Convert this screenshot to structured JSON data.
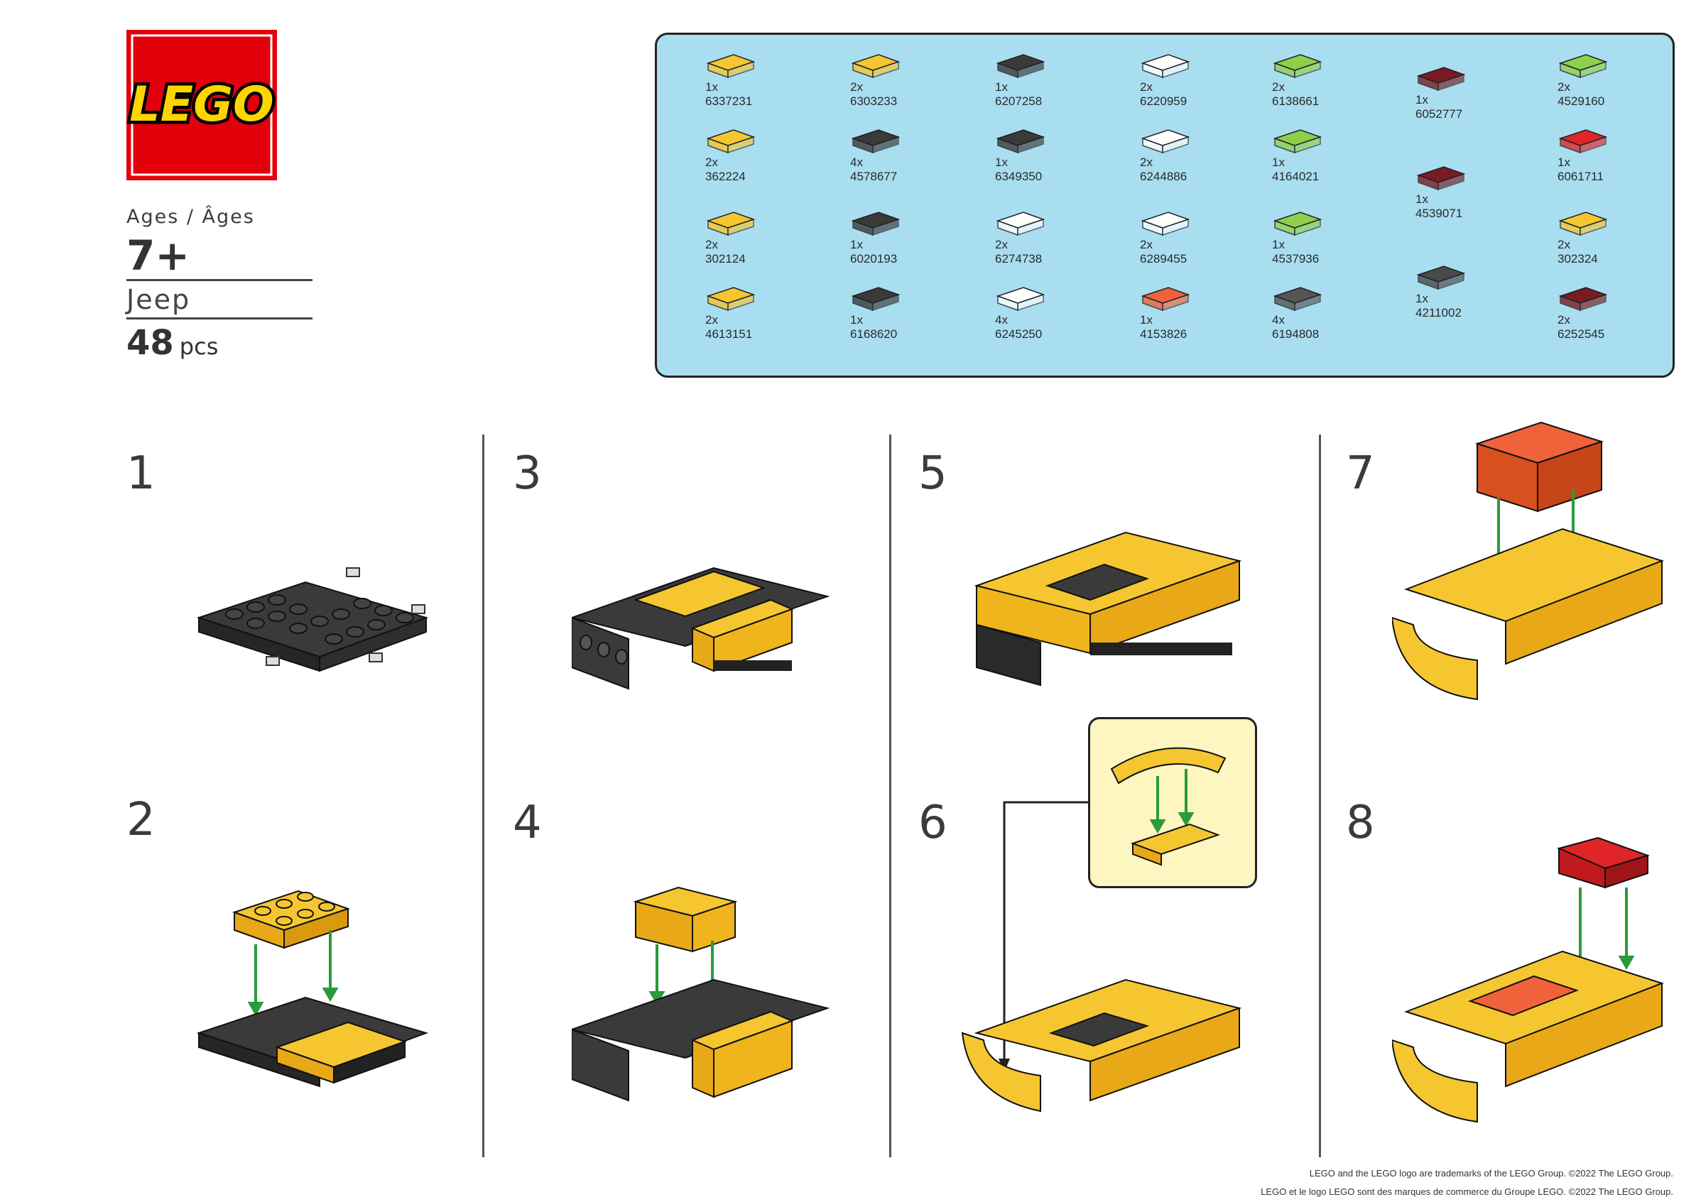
{
  "header": {
    "logo_text": "LEGO",
    "ages_label": "Ages / Âges",
    "age_value": "7+",
    "set_name": "Jeep",
    "pieces_count": "48",
    "pieces_unit": "pcs"
  },
  "parts": [
    {
      "qty": "1x",
      "id": "6337231",
      "color": "#f5c630"
    },
    {
      "qty": "2x",
      "id": "362224",
      "color": "#f5c630"
    },
    {
      "qty": "2x",
      "id": "302124",
      "color": "#f5c630"
    },
    {
      "qty": "2x",
      "id": "4613151",
      "color": "#f5c630"
    },
    {
      "qty": "2x",
      "id": "6303233",
      "color": "#f5c630"
    },
    {
      "qty": "4x",
      "id": "4578677",
      "color": "#3a3a3a"
    },
    {
      "qty": "1x",
      "id": "6020193",
      "color": "#3a3a3a"
    },
    {
      "qty": "1x",
      "id": "6168620",
      "color": "#3a3a3a"
    },
    {
      "qty": "1x",
      "id": "6207258",
      "color": "#3a3a3a"
    },
    {
      "qty": "1x",
      "id": "6349350",
      "color": "#3a3a3a"
    },
    {
      "qty": "2x",
      "id": "6274738",
      "color": "#ffffff"
    },
    {
      "qty": "4x",
      "id": "6245250",
      "color": "#ffffff"
    },
    {
      "qty": "2x",
      "id": "6220959",
      "color": "#ffffff"
    },
    {
      "qty": "2x",
      "id": "6244886",
      "color": "#ffffff"
    },
    {
      "qty": "2x",
      "id": "6289455",
      "color": "#ffffff"
    },
    {
      "qty": "1x",
      "id": "4153826",
      "color": "#f0623a"
    },
    {
      "qty": "2x",
      "id": "6138661",
      "color": "#8fd04a"
    },
    {
      "qty": "1x",
      "id": "4164021",
      "color": "#8fd04a"
    },
    {
      "qty": "1x",
      "id": "4537936",
      "color": "#8fd04a"
    },
    {
      "qty": "4x",
      "id": "6194808",
      "color": "#555555"
    },
    {
      "qty": "1x",
      "id": "6052777",
      "color": "#7a1a22"
    },
    {
      "qty": "1x",
      "id": "4539071",
      "color": "#7a1a22"
    },
    {
      "qty": "1x",
      "id": "4211002",
      "color": "#4a4a4a"
    },
    {
      "qty": "2x",
      "id": "4529160",
      "color": "#8fd04a"
    },
    {
      "qty": "1x",
      "id": "6061711",
      "color": "#e02428"
    },
    {
      "qty": "2x",
      "id": "302324",
      "color": "#f5c630"
    },
    {
      "qty": "2x",
      "id": "6252545",
      "color": "#7a1a22"
    }
  ],
  "steps": [
    {
      "number": "1"
    },
    {
      "number": "2"
    },
    {
      "number": "3"
    },
    {
      "number": "4"
    },
    {
      "number": "5"
    },
    {
      "number": "6"
    },
    {
      "number": "7"
    },
    {
      "number": "8"
    }
  ],
  "footer": {
    "legal_en": "LEGO and the LEGO logo are trademarks of the LEGO Group. ©2022 The LEGO Group.",
    "legal_fr": "LEGO et le logo LEGO sont des marques de commerce du Groupe LEGO. ©2022 The LEGO Group."
  },
  "colors": {
    "brand_red": "#e3000b",
    "brand_yellow": "#ffd500",
    "parts_panel_bg": "#a9def0",
    "brick_yellow": "#f5c630",
    "brick_dark": "#3a3a3a",
    "brick_orange": "#f0623a",
    "brick_red": "#e02428",
    "arrow_green": "#2a9a3a"
  }
}
